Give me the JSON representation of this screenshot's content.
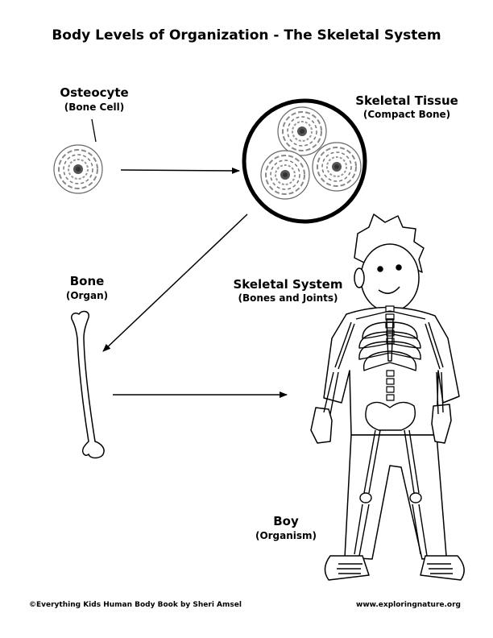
{
  "title": "Body Levels of Organization - The Skeletal System",
  "levels": [
    {
      "name": "Osteocyte",
      "sub": "(Bone Cell)",
      "icon": "bone-cell-icon"
    },
    {
      "name": "Skeletal Tissue",
      "sub": "(Compact Bone)",
      "icon": "compact-bone-tissue-icon"
    },
    {
      "name": "Bone",
      "sub": "(Organ)",
      "icon": "femur-bone-icon"
    },
    {
      "name": "Skeletal System",
      "sub": "(Bones and Joints)",
      "icon": "skeleton-icon"
    },
    {
      "name": "Boy",
      "sub": "(Organism)",
      "icon": "boy-organism-icon"
    }
  ],
  "footer": {
    "credit": "©Everything Kids Human Body Book by Sheri Amsel",
    "site": "www.exploringnature.org"
  }
}
